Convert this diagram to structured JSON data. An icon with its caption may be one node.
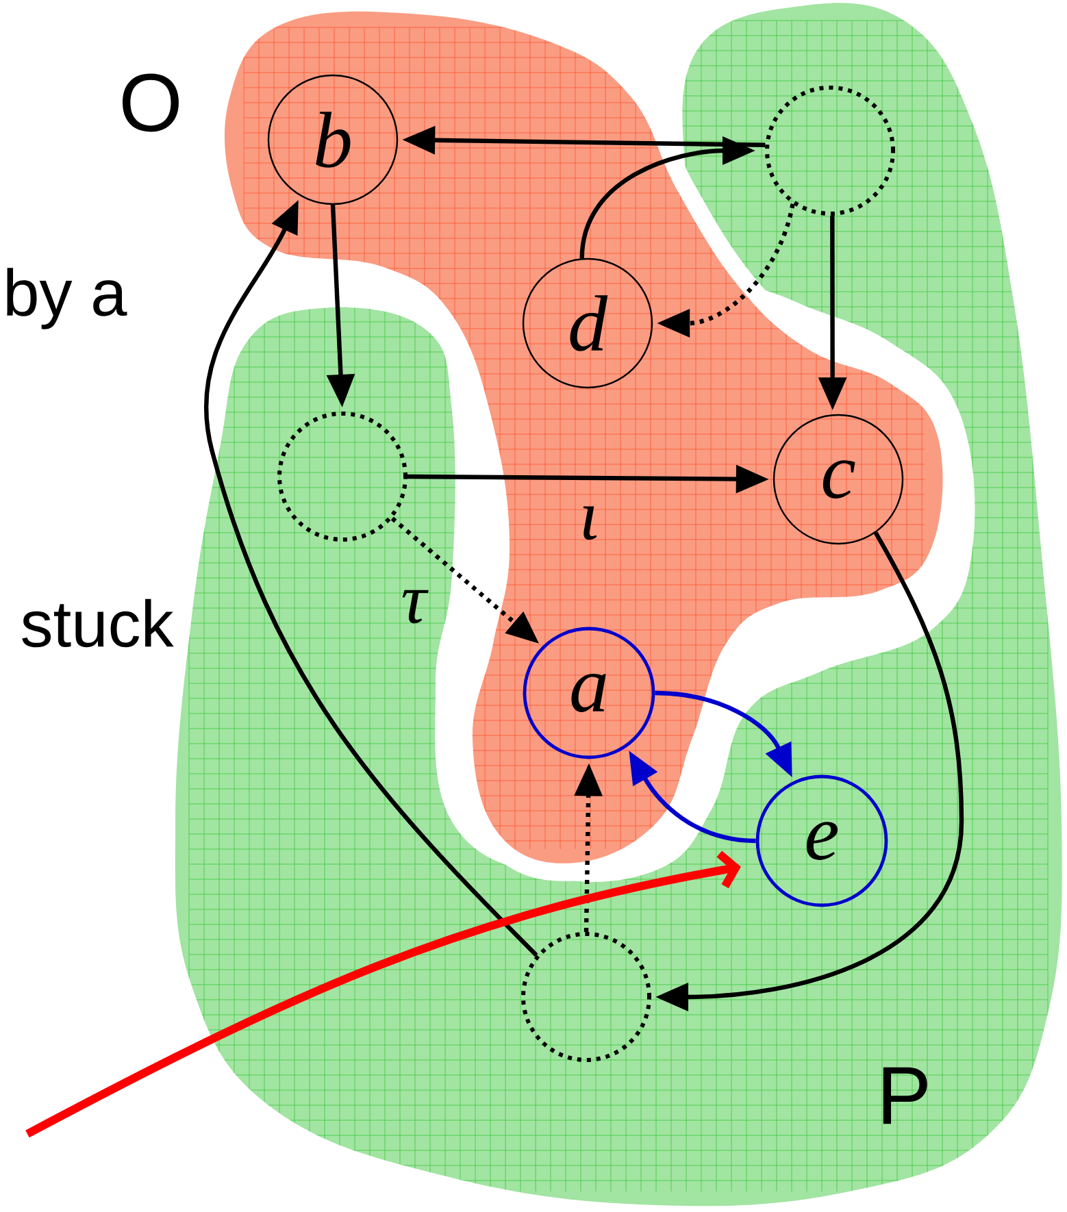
{
  "diagram": {
    "nodes": [
      {
        "text": [
          "O"
        ]
      },
      {
        "text": [
          "P"
        ]
      },
      {
        "text": [
          "b"
        ],
        "in": 0
      },
      {
        "text": [],
        "shape": "circle",
        "in": 1
      },
      {
        "text": [
          "d"
        ],
        "in": 0
      },
      {
        "text": [],
        "shape": "circle",
        "in": 1
      },
      {
        "text": [
          "c"
        ],
        "in": 0
      },
      {
        "text": [
          "a"
        ],
        "in": 0
      },
      {
        "text": [
          "e"
        ],
        "in": 1
      },
      {
        "text": [],
        "shape": "circle",
        "in": 1
      }
    ],
    "edges": [
      {
        "from": 3,
        "to": 2,
        "arrow": "to"
      },
      {
        "from": 4,
        "to": 3,
        "arrow": "to"
      },
      {
        "from": 3,
        "to": 4,
        "arrow": "to",
        "style": "dashed"
      },
      {
        "from": 3,
        "to": 6,
        "arrow": "to"
      },
      {
        "from": 2,
        "to": 5,
        "arrow": "to"
      },
      {
        "from": 5,
        "to": 6,
        "arrow": "to",
        "label": "ι"
      },
      {
        "from": 5,
        "to": 7,
        "arrow": "to",
        "style": "dashed",
        "label": "τ"
      },
      {
        "from": 7,
        "to": 8,
        "arrow": "to",
        "color": "#0000cc"
      },
      {
        "from": 8,
        "to": 7,
        "arrow": "to",
        "color": "#0000cc"
      },
      {
        "from": 9,
        "to": 7,
        "arrow": "to",
        "style": "dashed"
      },
      {
        "from": 6,
        "to": 9,
        "arrow": "to"
      },
      {
        "from": 9,
        "to": 2,
        "arrow": "to"
      },
      {
        "from": null,
        "to": 8,
        "arrow": "to",
        "style": "thick",
        "color": "#ff0000"
      }
    ],
    "labels": [
      "by a",
      "stuck"
    ]
  }
}
